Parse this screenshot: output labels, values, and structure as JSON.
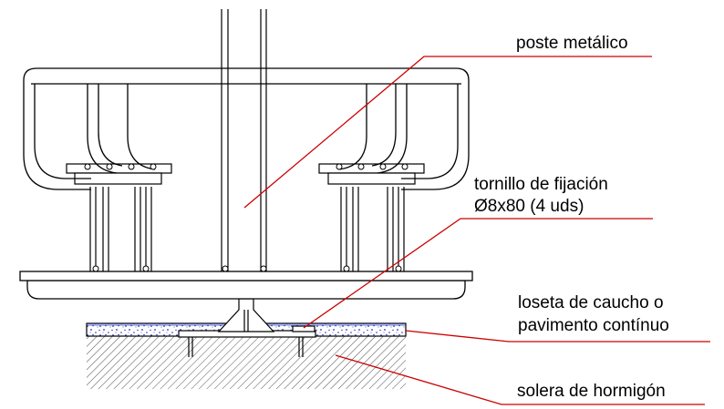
{
  "labels": {
    "post": "poste metálico",
    "bolt_line1": "tornillo de fijación",
    "bolt_line2": "Ø8x80 (4 uds)",
    "tile_line1": "loseta de caucho o",
    "tile_line2": "pavimento contínuo",
    "base": "solera de hormigón"
  },
  "colors": {
    "leader": "#cc0000",
    "outline": "#000000",
    "rubber_speckle": "#1a2fbf",
    "hatch": "#555555"
  }
}
